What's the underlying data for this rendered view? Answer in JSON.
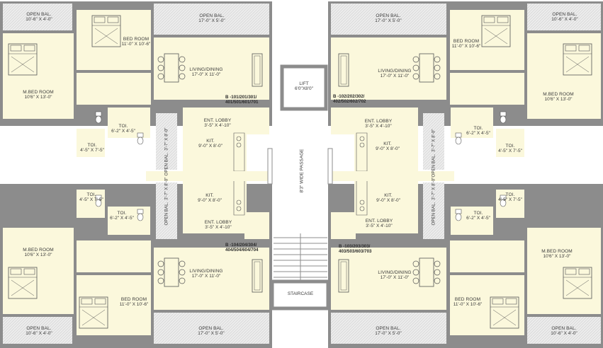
{
  "rooms": {
    "tl_open_bal_corner": {
      "name": "OPEN BAL.",
      "dim": "10'-6\" X 4'-0\""
    },
    "tl_open_bal_top": {
      "name": "OPEN BAL.",
      "dim": "17'-0\" X 5'-0\""
    },
    "tl_bed_room": {
      "name": "BED ROOM",
      "dim": "11'-0\" X 10'-6\""
    },
    "tl_living": {
      "name": "LIVING/DINING",
      "dim": "17'-0\" X 11'-0\""
    },
    "tl_mbed": {
      "name": "M.BED ROOM",
      "dim": "10'6\" X 13'-0\""
    },
    "tl_toi_a": {
      "name": "TOI.",
      "dim": "6'-2\" X 4'-5\""
    },
    "tl_toi_b": {
      "name": "TOI.",
      "dim": "4'-5\" X 7'-5\""
    },
    "tl_ent": {
      "name": "ENT. LOBBY",
      "dim": "3'-5\" X 4'-10\""
    },
    "tl_kit": {
      "name": "KIT.",
      "dim": "9'-0\" X 8'-0\""
    },
    "tr_open_bal_top": {
      "name": "OPEN BAL.",
      "dim": "17'-0\" X 5'-0\""
    },
    "tr_open_bal_corner": {
      "name": "OPEN BAL.",
      "dim": "10'-6\" X 4'-0\""
    },
    "tr_bed_room": {
      "name": "BED ROOM",
      "dim": "11'-0\" X 10'-6\""
    },
    "tr_living": {
      "name": "LIVING/DINING",
      "dim": "17'-0\" X 11'-0\""
    },
    "tr_mbed": {
      "name": "M.BED ROOM",
      "dim": "10'6\" X 13'-0\""
    },
    "tr_toi_a": {
      "name": "TOI.",
      "dim": "6'-2\" X 4'-5\""
    },
    "tr_toi_b": {
      "name": "TOI.",
      "dim": "4'-5\" X 7'-5\""
    },
    "tr_ent": {
      "name": "ENT. LOBBY",
      "dim": "3'-5\" X 4'-10\""
    },
    "tr_kit": {
      "name": "KIT.",
      "dim": "9'-0\" X 8'-0\""
    },
    "bl_toi_b": {
      "name": "TOI.",
      "dim": "4'-5\" X 7'-5\""
    },
    "bl_toi_a": {
      "name": "TOI.",
      "dim": "6'-2\" X 4'-5\""
    },
    "bl_kit": {
      "name": "KIT.",
      "dim": "9'-0\" X 8'-0\""
    },
    "bl_ent": {
      "name": "ENT. LOBBY",
      "dim": "3'-5\" X 4'-10\""
    },
    "bl_mbed": {
      "name": "M.BED ROOM",
      "dim": "10'6\" X 13'-0\""
    },
    "bl_living": {
      "name": "LIVING/DINING",
      "dim": "17'-0\" X 11'-0\""
    },
    "bl_bed_room": {
      "name": "BED ROOM",
      "dim": "11'-0\" X 10'-6\""
    },
    "bl_open_bal_corner": {
      "name": "OPEN BAL.",
      "dim": "10'-6\" X 4'-0\""
    },
    "bl_open_bal_bottom": {
      "name": "OPEN BAL.",
      "dim": "17'-0\" X 5'-0\""
    },
    "br_toi_b": {
      "name": "TOI.",
      "dim": "4'-5\" X 7'-5\""
    },
    "br_toi_a": {
      "name": "TOI.",
      "dim": "6'-2\" X 4'-5\""
    },
    "br_kit": {
      "name": "KIT.",
      "dim": "9'-0\" X 8'-0\""
    },
    "br_ent": {
      "name": "ENT. LOBBY",
      "dim": "3'-5\" X 4'-10\""
    },
    "br_mbed": {
      "name": "M.BED ROOM",
      "dim": "10'6\" X 13'-0\""
    },
    "br_living": {
      "name": "LIVING/DINING",
      "dim": "17'-0\" X 11'-0\""
    },
    "br_bed_room": {
      "name": "BED ROOM",
      "dim": "11'-0\" X 10'-6\""
    },
    "br_open_bal_bottom": {
      "name": "OPEN BAL.",
      "dim": "17'-0\" X 5'-0\""
    },
    "br_open_bal_corner": {
      "name": "OPEN BAL.",
      "dim": "10'-6\" X 4'-0\""
    }
  },
  "vertical_balconies": {
    "tl": {
      "name": "OPEN BAL.",
      "dim": "3'-7\" X 8'-0\""
    },
    "tr": {
      "name": "OPEN BAL.",
      "dim": "3'-7\" X 8'-0\""
    },
    "bl": {
      "name": "OPEN BAL.",
      "dim": "3'-7\" X 8'-0\""
    },
    "br": {
      "name": "OPEN BAL.",
      "dim": "3'-7\" X 8'-0\""
    }
  },
  "units": {
    "tl": [
      "B -101/201/301/",
      "401/501/601/701"
    ],
    "tr": [
      "B -102/202/302/",
      "402/502/602/702"
    ],
    "bl": [
      "B -104/204/304/",
      "404/504/604/704"
    ],
    "br": [
      "B -103/203/303/",
      "403/503/603/703"
    ]
  },
  "core": {
    "lift_name": "LIFT",
    "lift_dim": "6'0\"X8'0\"",
    "passage": "8'3\" WIDE PASSAGE",
    "staircase": "STAIRCASE"
  },
  "colors": {
    "wall": "#8c8c8c",
    "room_fill": "#fbf8dc",
    "balcony_fill": "#e8e8e8"
  }
}
